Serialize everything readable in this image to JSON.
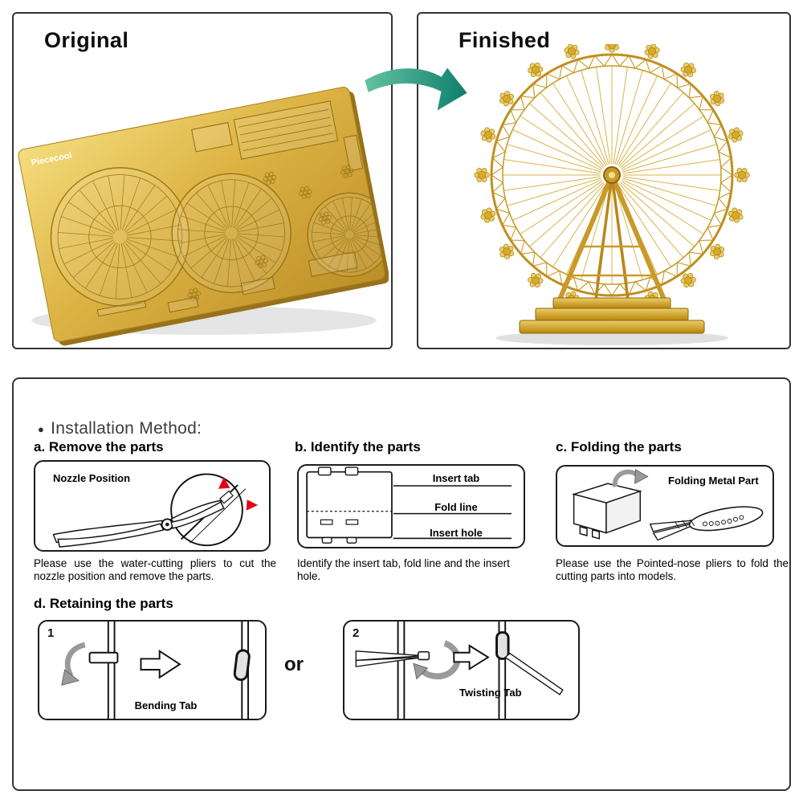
{
  "panels": {
    "original": {
      "title": "Original",
      "sheet_brand": "Piececool"
    },
    "finished": {
      "title": "Finished"
    }
  },
  "installation": {
    "bullet": "●",
    "heading": "Installation Method:",
    "steps": {
      "a": {
        "title": "a. Remove the parts",
        "diagram_label": "Nozzle Position",
        "caption": "Please use the water-cutting pliers to cut the nozzle position and remove the parts."
      },
      "b": {
        "title": "b. Identify the parts",
        "labels": {
          "insert_tab": "Insert tab",
          "fold_line": "Fold line",
          "insert_hole": "Insert hole"
        },
        "caption": "Identify the insert tab, fold line and the insert hole."
      },
      "c": {
        "title": "c. Folding the parts",
        "diagram_label": "Folding Metal Part",
        "caption": "Please use the Pointed-nose pliers to fold the cutting parts into models."
      },
      "d": {
        "title": "d. Retaining the parts",
        "or_text": "or",
        "bending": {
          "number": "1",
          "label": "Bending Tab"
        },
        "twisting": {
          "number": "2",
          "label": "Twisting Tab"
        }
      }
    }
  },
  "colors": {
    "gold": "#d9a92f",
    "gold_dark": "#a8831c",
    "arrow_green": "#17836f",
    "accent_red": "#e60012"
  }
}
